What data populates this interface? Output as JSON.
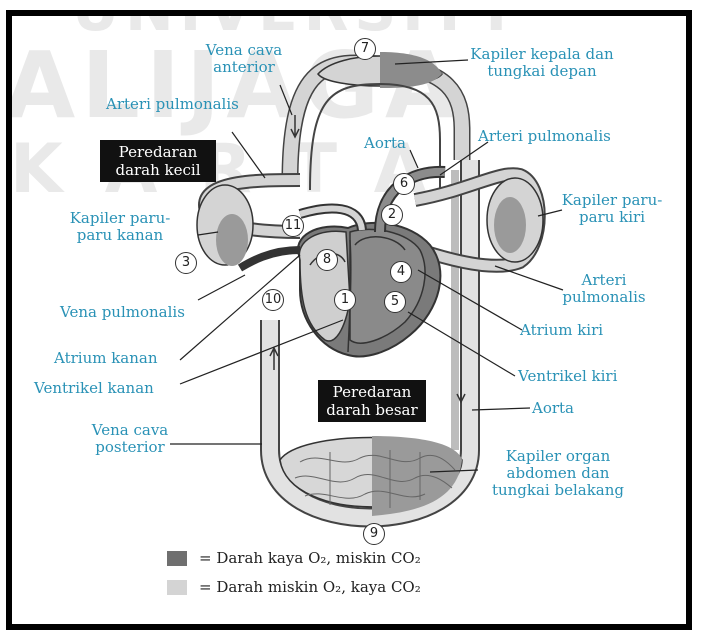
{
  "watermark": {
    "line1": "UNIVERSITY",
    "line2": "ALIJAGA",
    "line3": "KARTA"
  },
  "labels": {
    "vena_cava_anterior": "Vena cava anterior",
    "arteri_pulmonalis_top": "Arteri pulmonalis",
    "kapiler_kepala": "Kapiler kepala dan tungkai depan",
    "aorta_top": "Aorta",
    "arteri_pulmonalis_right": "Arteri pulmonalis",
    "kapiler_paru_kiri": "Kapiler paru-paru kiri",
    "kapiler_paru_kanan": "Kapiler paru-paru kanan",
    "arteri_pulmonalis_lower": "Arteri pulmonalis",
    "vena_pulmonalis": "Vena pulmonalis",
    "atrium_kiri": "Atrium kiri",
    "atrium_kanan": "Atrium kanan",
    "ventrikel_kiri": "Ventrikel kiri",
    "ventrikel_kanan": "Ventrikel kanan",
    "aorta_bottom": "Aorta",
    "vena_cava_posterior": "Vena cava posterior",
    "kapiler_organ": "Kapiler organ abdomen dan tungkai belakang"
  },
  "boxes": {
    "small_circulation": "Peredaran darah kecil",
    "large_circulation": "Peredaran darah besar"
  },
  "numbers": [
    "1",
    "2",
    "3",
    "4",
    "5",
    "6",
    "7",
    "8",
    "9",
    "10",
    "11"
  ],
  "legend": {
    "dark": "= Darah kaya O₂, miskin CO₂",
    "light": "= Darah miskin O₂, kaya CO₂"
  },
  "colors": {
    "label_text": "#2a92b6",
    "oxygen_rich": "#6f6f6f",
    "oxygen_poor": "#d4d4d4"
  }
}
